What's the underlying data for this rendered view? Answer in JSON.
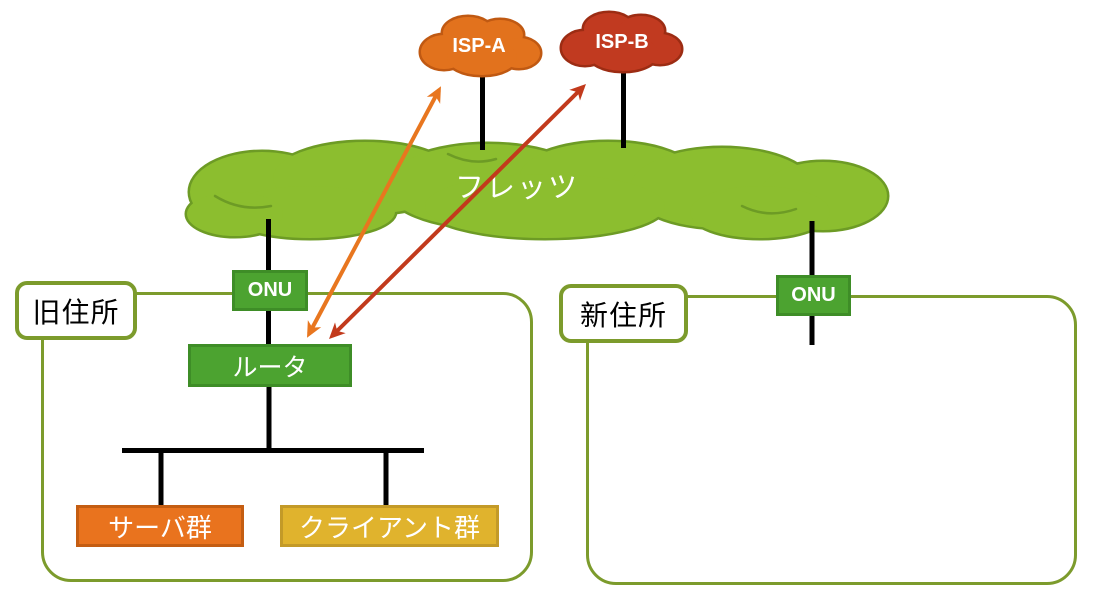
{
  "clouds": {
    "flets": {
      "label": "フレッツ",
      "fill": "#8cbe2f",
      "outline": "#6d9b25",
      "text_color": "#ffffff"
    },
    "isp_a": {
      "label": "ISP-A",
      "fill": "#e2721d",
      "outline": "#c05912",
      "text_color": "#ffffff"
    },
    "isp_b": {
      "label": "ISP-B",
      "fill": "#c13a20",
      "outline": "#9c2c13",
      "text_color": "#ffffff"
    }
  },
  "sites": {
    "old": {
      "label": "旧住所"
    },
    "new": {
      "label": "新住所"
    }
  },
  "nodes": {
    "onu_old": {
      "label": "ONU",
      "fill": "#4ca330",
      "outline": "#3e8d27"
    },
    "onu_new": {
      "label": "ONU",
      "fill": "#4ca330",
      "outline": "#3e8d27"
    },
    "router": {
      "label": "ルータ",
      "fill": "#4ca330",
      "outline": "#3e8d27"
    },
    "servers": {
      "label": "サーバ群",
      "fill": "#e9731e",
      "outline": "#c45d12"
    },
    "clients": {
      "label": "クライアント群",
      "fill": "#e0b32d",
      "outline": "#c39a28"
    }
  },
  "links": [
    {
      "from": "isp_a",
      "to": "flets"
    },
    {
      "from": "isp_b",
      "to": "flets"
    },
    {
      "from": "flets",
      "to": "onu_old"
    },
    {
      "from": "onu_old",
      "to": "router"
    },
    {
      "from": "router",
      "to": "lan_bus"
    },
    {
      "from": "lan_bus",
      "to": "servers"
    },
    {
      "from": "lan_bus",
      "to": "clients"
    },
    {
      "from": "flets",
      "to": "onu_new"
    }
  ],
  "arrows": {
    "router_isp_a": {
      "from": "router",
      "to": "isp_a",
      "color": "#e8761f",
      "style": "double-headed"
    },
    "router_isp_b": {
      "from": "router",
      "to": "isp_b",
      "color": "#c23a1c",
      "style": "double-headed"
    }
  },
  "colors": {
    "site_border": "#7c9b2c",
    "link_line": "#000000",
    "background": "#ffffff"
  }
}
